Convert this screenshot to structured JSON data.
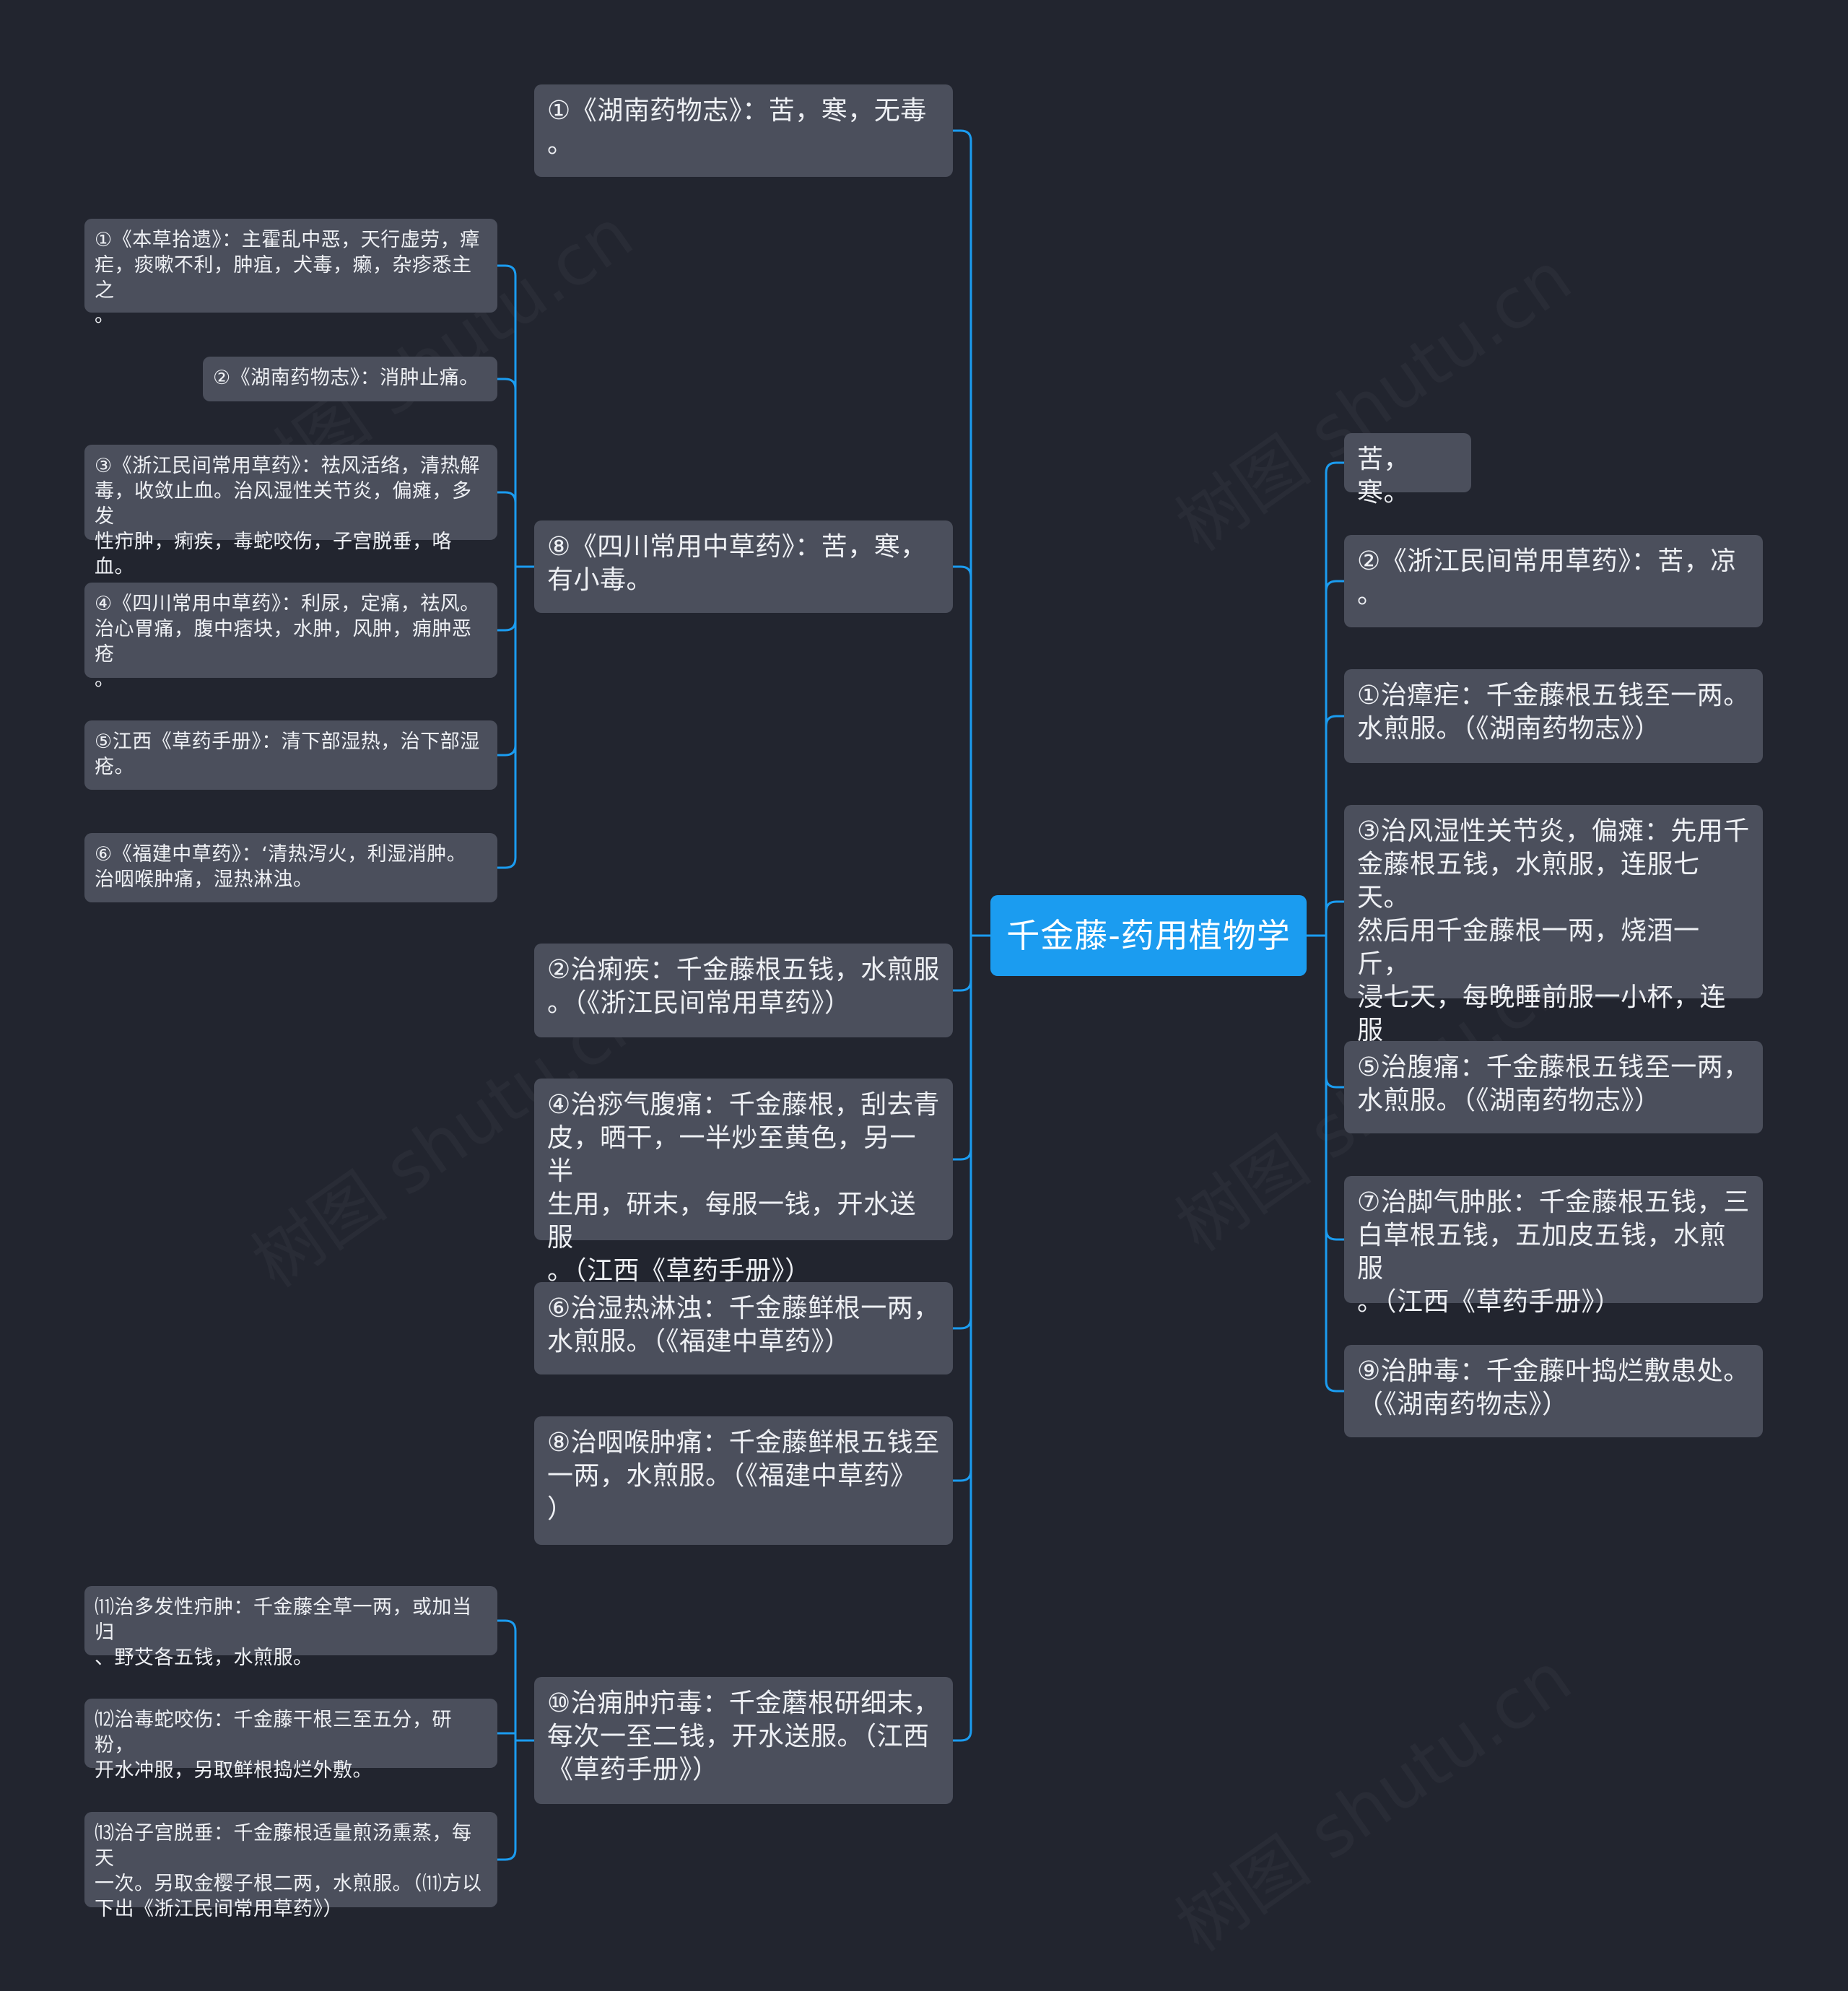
{
  "root": "千金藤-药用植物学",
  "watermark": "树图 shutu.cn",
  "accent_color": "#1b9cf0",
  "line_color": "#1b9cf0",
  "node_color": "#4b4f5c",
  "background_color": "#22252f",
  "left": [
    {
      "id": "L1",
      "text": "①《湖南药物志》：苦，寒，无毒\n。",
      "children": []
    },
    {
      "id": "L2",
      "text": "⑧《四川常用中草药》：苦，寒，\n有小毒。",
      "children": [
        {
          "id": "L2a",
          "text": "①《本草拾遗》：主霍乱中恶，天行虚劳，瘴\n疟，痰嗽不利，肿疽，犬毒，癞，杂疹悉主之\n。"
        },
        {
          "id": "L2b",
          "text": "②《湖南药物志》：消肿止痛。"
        },
        {
          "id": "L2c",
          "text": "③《浙江民间常用草药》：祛风活络，清热解\n毒，收敛止血。治风湿性关节炎，偏瘫，多发\n性疖肿，痢疾，毒蛇咬伤，子宫脱垂，咯血。"
        },
        {
          "id": "L2d",
          "text": "④《四川常用中草药》：利尿，定痛，祛风。\n治心胃痛，腹中痞块，水肿，风肿，痈肿恶疮\n。"
        },
        {
          "id": "L2e",
          "text": "⑤江西《草药手册》：清下部湿热，治下部湿\n疮。"
        },
        {
          "id": "L2f",
          "text": "⑥《福建中草药》：‘清热泻火，利湿消肿。\n治咽喉肿痛，湿热淋浊。"
        }
      ]
    },
    {
      "id": "L3",
      "text": "②治痢疾：千金藤根五钱，水煎服\n。（《浙江民间常用草药》）",
      "children": []
    },
    {
      "id": "L4",
      "text": "④治痧气腹痛：千金藤根，刮去青\n皮，晒干，一半炒至黄色，另一半\n生用，研末，每服一钱，开水送服\n。（江西《草药手册》）",
      "children": []
    },
    {
      "id": "L5",
      "text": "⑥治湿热淋浊：千金藤鲜根一两，\n水煎服。（《福建中草药》）",
      "children": []
    },
    {
      "id": "L6",
      "text": "⑧治咽喉肿痛：千金藤鲜根五钱至\n一两，水煎服。（《福建中草药》\n）",
      "children": []
    },
    {
      "id": "L7",
      "text": "⑩治痈肿疖毒：千金蘑根研细末，\n每次一至二钱，开水送服。（江西\n《草药手册》）",
      "children": [
        {
          "id": "L7a",
          "text": "⑾治多发性疖肿：千金藤全草一两，或加当归\n、野艾各五钱，水煎服。"
        },
        {
          "id": "L7b",
          "text": "⑿治毒蛇咬伤：千金藤干根三至五分，研粉，\n开水冲服，另取鲜根捣烂外敷。"
        },
        {
          "id": "L7c",
          "text": "⒀治子宫脱垂：千金藤根适量煎汤熏蒸，每天\n一次。另取金樱子根二两，水煎服。（⑾方以\n下出《浙江民间常用草药》）"
        }
      ]
    }
  ],
  "right": [
    {
      "id": "R1",
      "text": "苦，寒。"
    },
    {
      "id": "R2",
      "text": "②《浙江民间常用草药》：苦，凉\n。"
    },
    {
      "id": "R3",
      "text": "①治瘴疟：千金藤根五钱至一两。\n水煎服。（《湖南药物志》）"
    },
    {
      "id": "R4",
      "text": "③治风湿性关节炎，偏瘫：先用千\n金藤根五钱，水煎服，连服七天。\n然后用千金藤根一两，烧酒一斤，\n浸七天，每晚睡前服一小杯，连服\n十天。（《浙江民间常用草药》）"
    },
    {
      "id": "R5",
      "text": "⑤治腹痛：千金藤根五钱至一两，\n水煎服。（《湖南药物志》）"
    },
    {
      "id": "R6",
      "text": "⑦治脚气肿胀：千金藤根五钱，三\n白草根五钱，五加皮五钱，水煎服\n。（江西《草药手册》）"
    },
    {
      "id": "R7",
      "text": "⑨治肿毒：千金藤叶捣烂敷患处。\n（《湖南药物志》）"
    }
  ]
}
